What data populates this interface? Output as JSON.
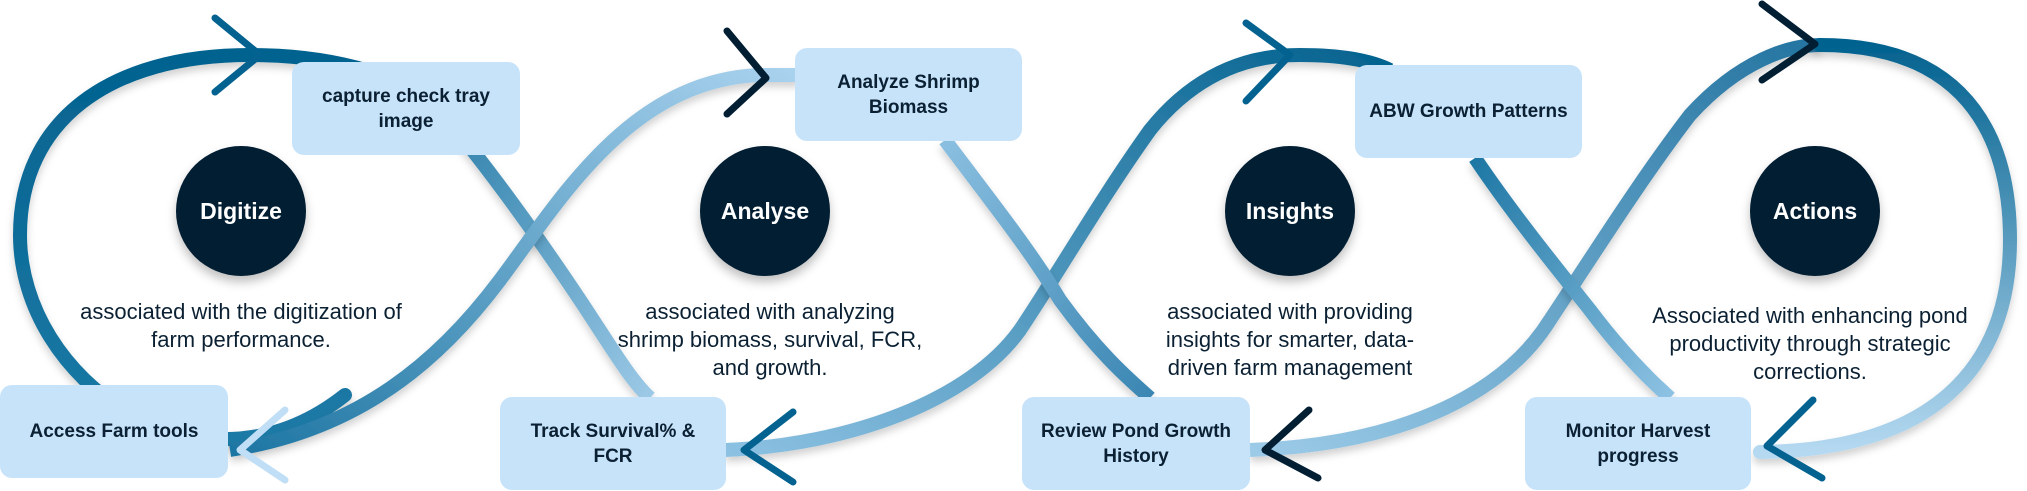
{
  "colors": {
    "circle_fill": "#021E33",
    "box_fill": "#C7E3FA",
    "text_dark": "#0B2133",
    "strand_dark": "#03628F",
    "strand_mid": "#4B93BD",
    "strand_light": "#B9DBF3",
    "arrow_navy": "#021E33"
  },
  "stages": [
    {
      "title": "Digitize",
      "description": "associated with the digitization of farm performance.",
      "top_step": "capture check tray image",
      "bottom_step": "Access Farm tools"
    },
    {
      "title": "Analyse",
      "description": "associated with analyzing shrimp biomass, survival, FCR, and growth.",
      "top_step": "Analyze Shrimp Biomass",
      "bottom_step": "Track Survival% & FCR"
    },
    {
      "title": "Insights",
      "description": "associated with providing insights for smarter, data-driven farm management",
      "top_step": "ABW Growth Patterns",
      "bottom_step": "Review Pond Growth History"
    },
    {
      "title": "Actions",
      "description": "Associated with enhancing pond productivity through strategic corrections.",
      "top_step": "",
      "bottom_step": "Monitor Harvest progress"
    }
  ],
  "arrows": [
    {
      "icon": "chevron-right-icon",
      "position": "top",
      "stage": 1
    },
    {
      "icon": "chevron-left-icon",
      "position": "bottom",
      "stage": 1
    },
    {
      "icon": "chevron-right-icon",
      "position": "top",
      "stage": 2
    },
    {
      "icon": "chevron-left-icon",
      "position": "bottom",
      "stage": 2
    },
    {
      "icon": "chevron-right-icon",
      "position": "top",
      "stage": 3
    },
    {
      "icon": "chevron-left-icon",
      "position": "bottom",
      "stage": 3
    },
    {
      "icon": "chevron-right-icon",
      "position": "top",
      "stage": 4
    },
    {
      "icon": "chevron-left-icon",
      "position": "bottom",
      "stage": 4
    }
  ]
}
